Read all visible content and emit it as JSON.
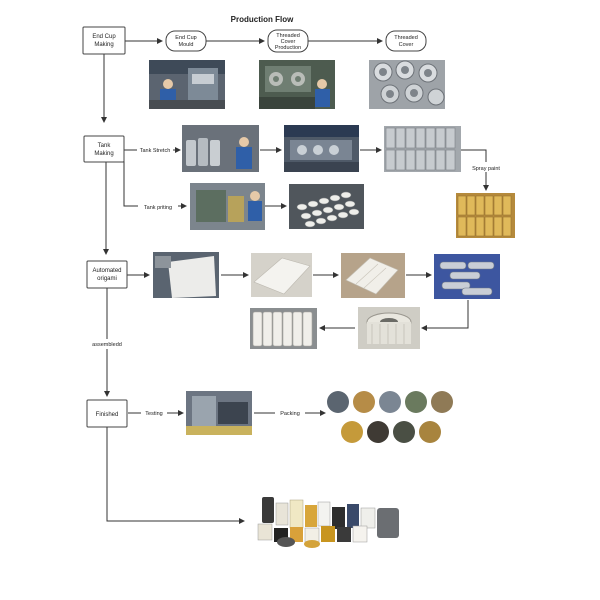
{
  "title": "Production Flow",
  "nodes": {
    "end_cup_making": [
      "End Cup",
      "Making"
    ],
    "end_cup_mould": [
      "End Cup",
      "Mould"
    ],
    "threaded_cover_production": [
      "Threaded",
      "Cover",
      "Production"
    ],
    "threaded_cover": [
      "Threaded",
      "Cover"
    ],
    "tank_making": [
      "Tank",
      "Making"
    ],
    "automated_origami": [
      "Automated",
      "origami"
    ],
    "finished": [
      "Finished"
    ]
  },
  "edge_labels": {
    "tank_stretch": "Tank Stretch",
    "tank_printing": "Tank priting",
    "spray_paint": "Spray paint",
    "assembled": "assembledd",
    "testing": "Testing",
    "packing": "Packing"
  },
  "colors": {
    "line": "#333333",
    "box_stroke": "#444444",
    "factory_blue": "#3a5a8a",
    "metal": "#8a9099",
    "yellow_filter": "#c9a24a",
    "paper_white": "#e8e6df"
  }
}
